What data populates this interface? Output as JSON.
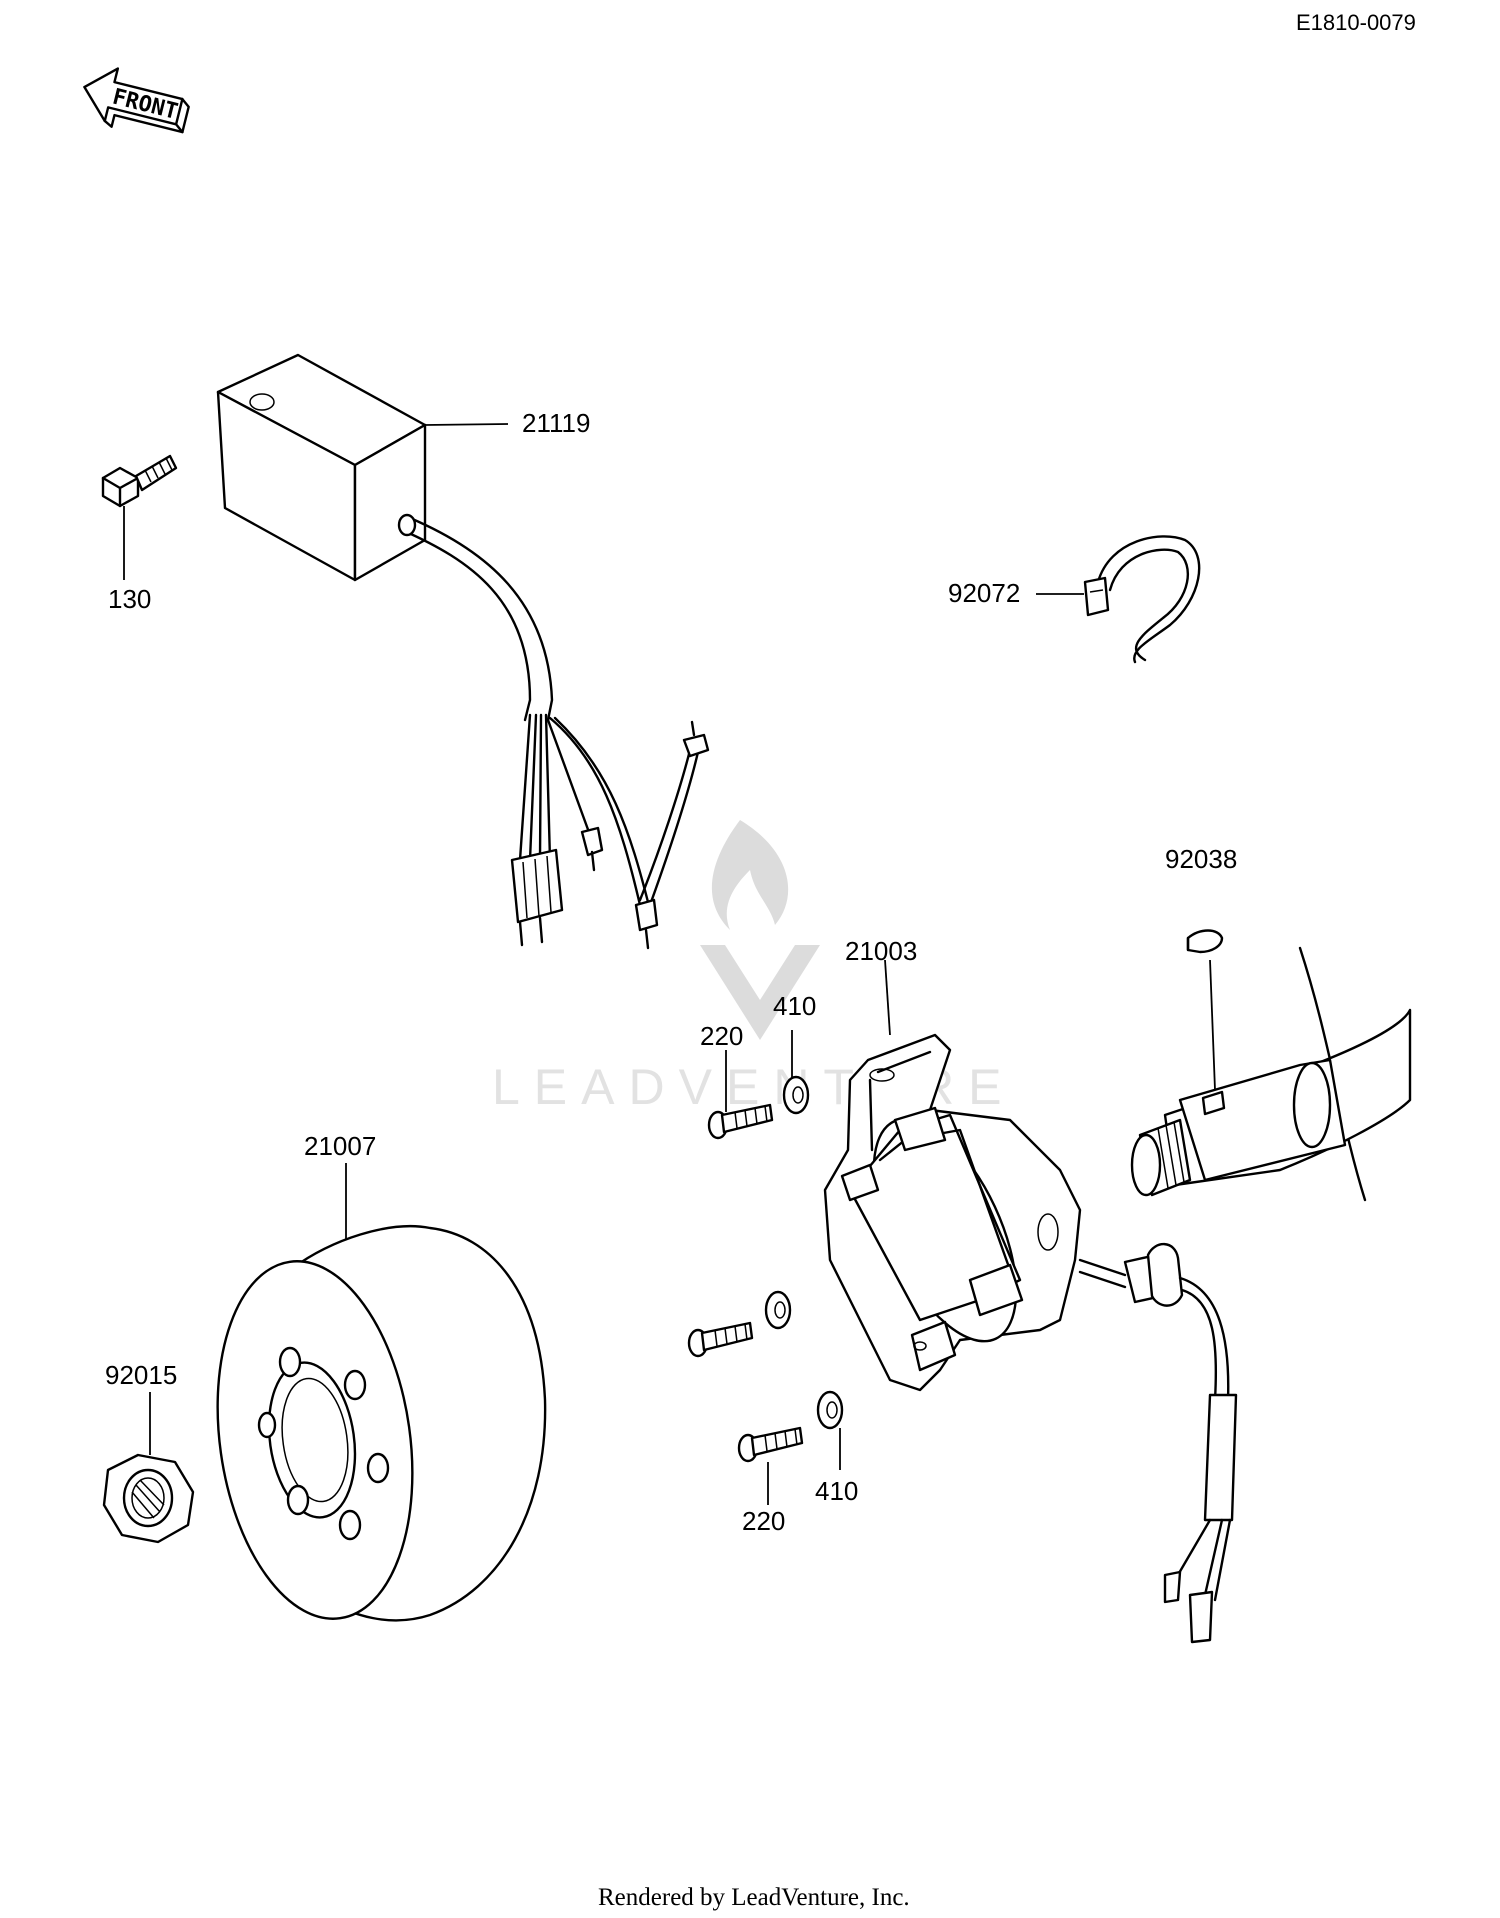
{
  "diagram": {
    "ref_code": "E1810-0079",
    "front_label": "FRONT",
    "watermark": "LEADVENTURE",
    "footer": "Rendered by LeadVenture, Inc.",
    "labels": {
      "cdi_unit": "21119",
      "bolt_130": "130",
      "clamp": "92072",
      "key": "92038",
      "stator": "21003",
      "screw_220_top": "220",
      "washer_410_top": "410",
      "flywheel": "21007",
      "nut": "92015",
      "screw_220_bottom": "220",
      "washer_410_bottom": "410"
    }
  }
}
